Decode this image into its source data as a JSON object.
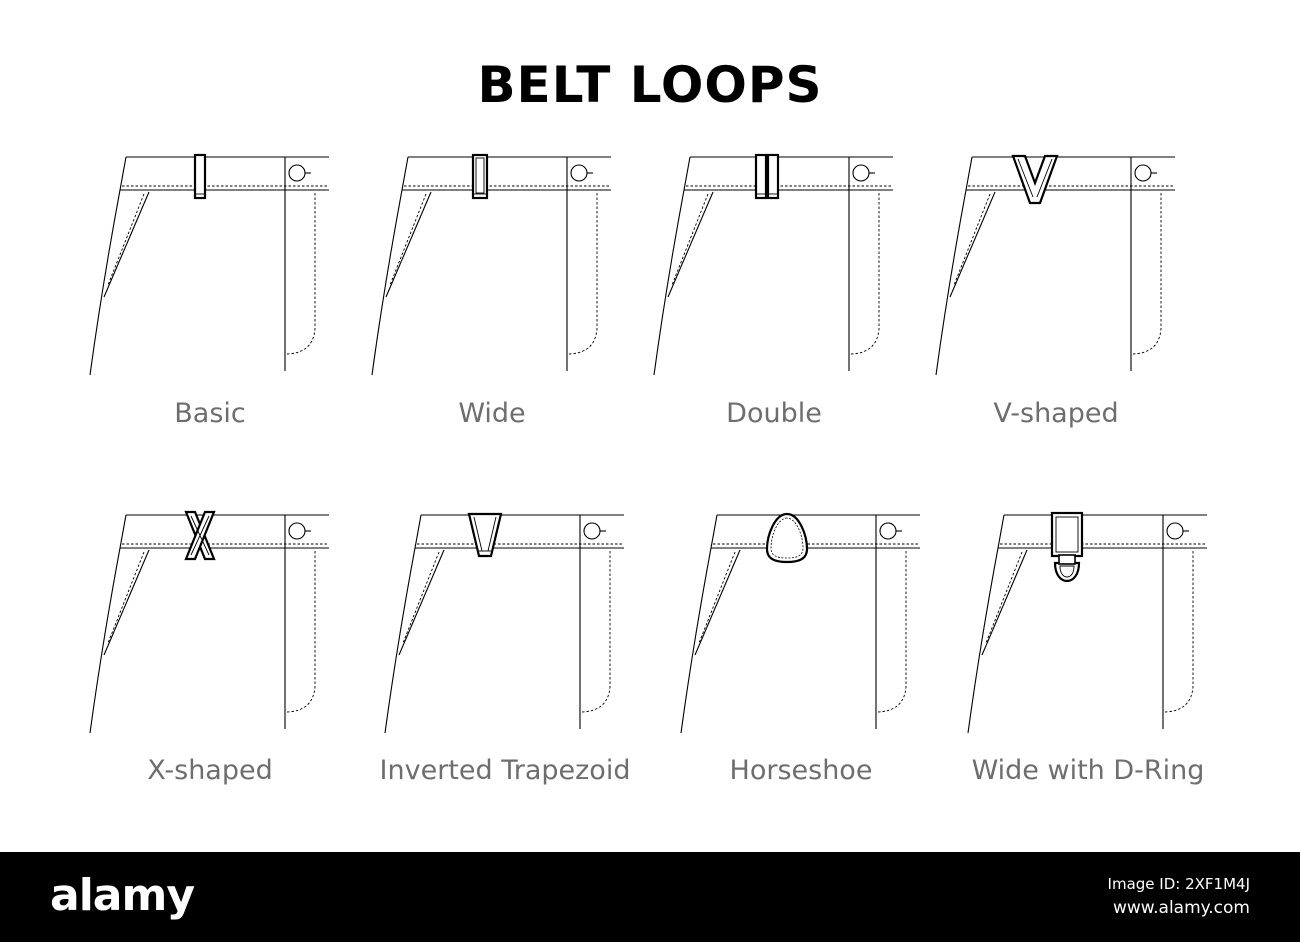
{
  "title": "BELT LOOPS",
  "items": [
    {
      "label": "Basic",
      "loop_type": "basic"
    },
    {
      "label": "Wide",
      "loop_type": "wide"
    },
    {
      "label": "Double",
      "loop_type": "double"
    },
    {
      "label": "V-shaped",
      "loop_type": "v-shaped"
    },
    {
      "label": "X-shaped",
      "loop_type": "x-shaped"
    },
    {
      "label": "Inverted Trapezoid",
      "loop_type": "inverted-trapezoid"
    },
    {
      "label": "Horseshoe",
      "loop_type": "horseshoe"
    },
    {
      "label": "Wide with D-Ring",
      "loop_type": "wide-with-d-ring"
    }
  ],
  "footer": {
    "logo": "alamy",
    "image_id": "Image ID: 2XF1M4J",
    "url": "www.alamy.com"
  },
  "colors": {
    "background": "#ffffff",
    "lines": "#000000",
    "caption": "#6e6e6e",
    "footer_bg": "#000000",
    "footer_text": "#ffffff"
  }
}
